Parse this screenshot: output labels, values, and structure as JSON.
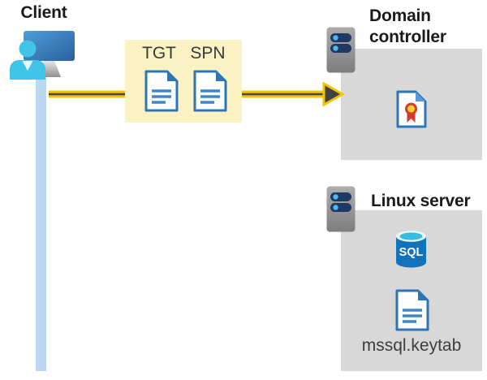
{
  "diagram": {
    "client": {
      "label": "Client"
    },
    "ticket_box": {
      "tgt": "TGT",
      "spn": "SPN"
    },
    "domain_controller": {
      "label": "Domain controller"
    },
    "linux_server": {
      "label": "Linux server",
      "sql_badge": "SQL",
      "keytab_file": "mssql.keytab"
    },
    "colors": {
      "arrow_yellow": "#F5C400",
      "arrow_core_dark": "#454545",
      "ticket_box_bg": "#FAF2C3",
      "server_box_bg": "#D8D8D8",
      "document_border_blue": "#2E75B6",
      "document_fold_blue": "#5B9BD5",
      "client_cyan": "#41C4E9",
      "monitor_blue_light": "#4E9EDB",
      "monitor_blue_dark": "#2B5F9E",
      "sql_body_blue": "#1173BC",
      "sql_top_cyan": "#35BEE0",
      "server_pill_navy": "#1F3864",
      "server_dot_blue": "#4FBBE8",
      "network_line_blue": "#BDD8F2",
      "heading_text": "#1A1A1A",
      "sublabel_text": "#3A3A3A",
      "certificate_seal_yellow": "#FFD02C",
      "certificate_seal_red": "#D23C2B"
    }
  }
}
